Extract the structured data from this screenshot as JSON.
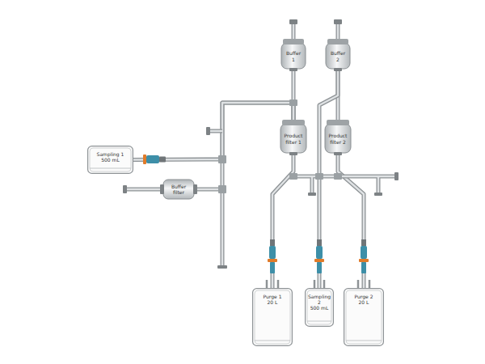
{
  "diagram": {
    "nodes": [
      {
        "text": [
          "Buffer 1"
        ]
      },
      {
        "text": [
          "Buffer 2"
        ]
      },
      {
        "text": [
          "Sampling 1",
          "500 mL"
        ]
      },
      {
        "text": [
          "Product filter 1"
        ]
      },
      {
        "text": [
          "Product filter 2"
        ]
      },
      {
        "text": [
          "Buffer filter"
        ]
      },
      {
        "text": [
          "Purge 1",
          "20 L"
        ]
      },
      {
        "text": [
          "Sampling 2",
          "500 mL"
        ]
      },
      {
        "text": [
          "Purge 2",
          "20 L"
        ]
      }
    ],
    "edges": [
      {
        "from": 0,
        "to": 3,
        "arrow": "none"
      },
      {
        "from": 1,
        "to": 4,
        "arrow": "none"
      },
      {
        "from": 2,
        "to": 3,
        "arrow": "none"
      },
      {
        "from": 5,
        "to": 3,
        "arrow": "none"
      },
      {
        "from": 3,
        "to": 6,
        "arrow": "none"
      },
      {
        "from": 4,
        "to": 8,
        "arrow": "none"
      },
      {
        "from": 1,
        "to": 7,
        "arrow": "none"
      }
    ]
  }
}
